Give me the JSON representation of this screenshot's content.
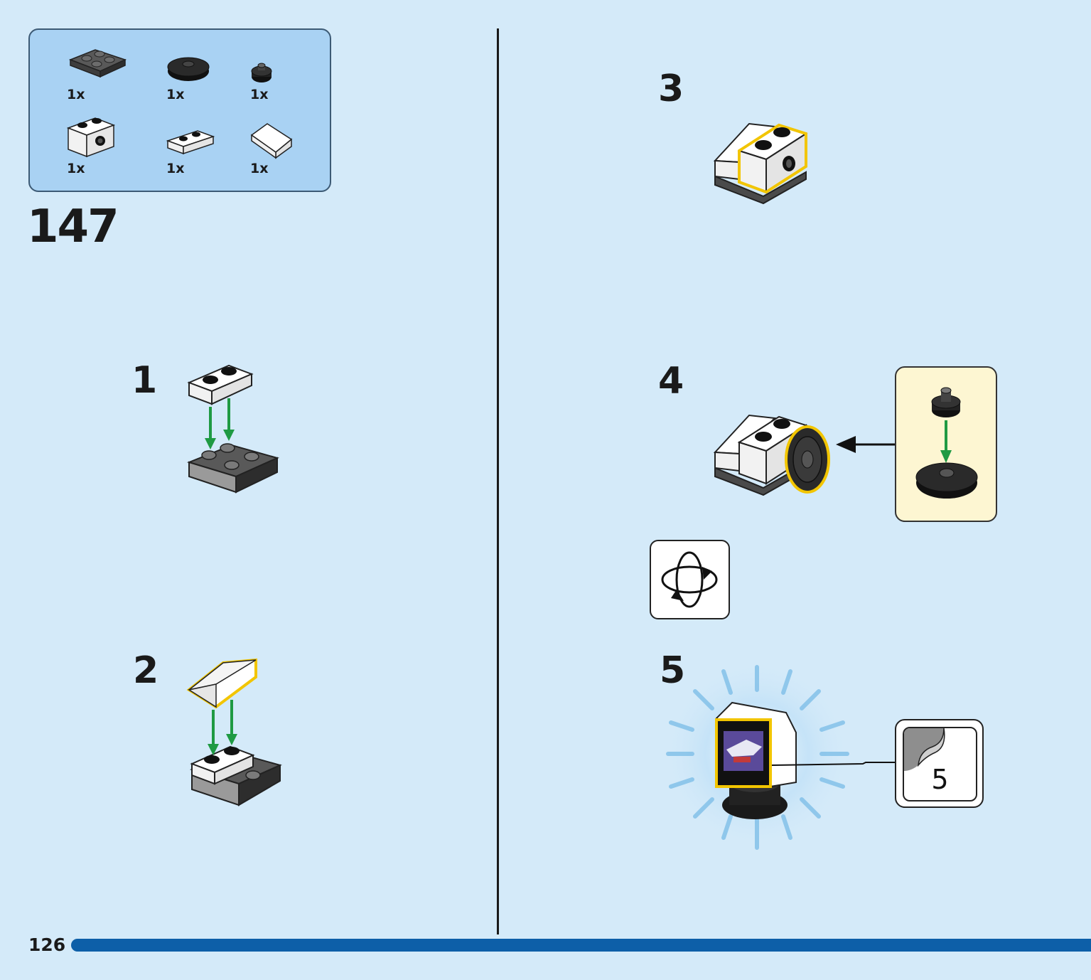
{
  "parts_list": {
    "items": [
      {
        "name": "plate-2x2-dark-gray-icon",
        "qty": "1x"
      },
      {
        "name": "round-tile-black-icon",
        "qty": "1x"
      },
      {
        "name": "round-plate-small-black-icon",
        "qty": "1x"
      },
      {
        "name": "brick-1x2-technic-white-icon",
        "qty": "1x"
      },
      {
        "name": "plate-1x2-white-icon",
        "qty": "1x"
      },
      {
        "name": "slope-white-icon",
        "qty": "1x"
      }
    ]
  },
  "main_step": "147",
  "sub_steps": [
    "1",
    "2",
    "3",
    "4",
    "5"
  ],
  "sticker": {
    "number": "5"
  },
  "page_number": "126",
  "colors": {
    "page_bg": "#d4eaf9",
    "parts_box_bg": "#a9d2f3",
    "callout_bg": "#fdf6d2",
    "highlight": "#f2c500",
    "arrow_green": "#1f9a43",
    "page_bar": "#0d5fa8"
  },
  "icons": {
    "rotate": "rotate-model-icon",
    "sticker": "sticker-icon",
    "push_arrow": "arrow-left-icon"
  }
}
